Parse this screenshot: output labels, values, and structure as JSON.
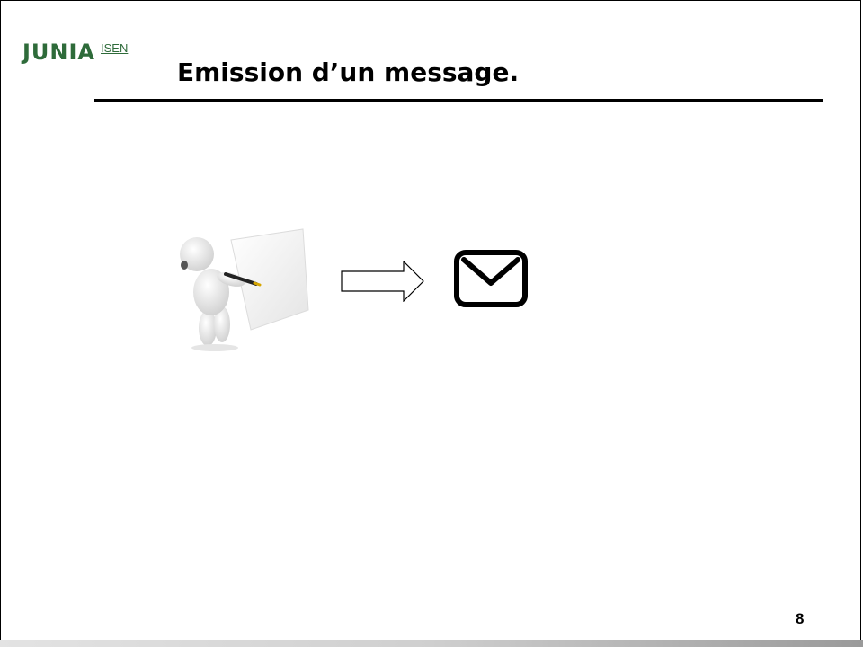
{
  "logo": {
    "main": "JUNIA",
    "sub": "ISEN"
  },
  "slide": {
    "title": "Emission d’un message.",
    "page_number": "8"
  },
  "icons": {
    "writer": "person-writing-icon",
    "arrow": "right-arrow-icon",
    "envelope": "envelope-icon"
  },
  "colors": {
    "brand_green": "#2e6b3a",
    "title": "#000000"
  }
}
